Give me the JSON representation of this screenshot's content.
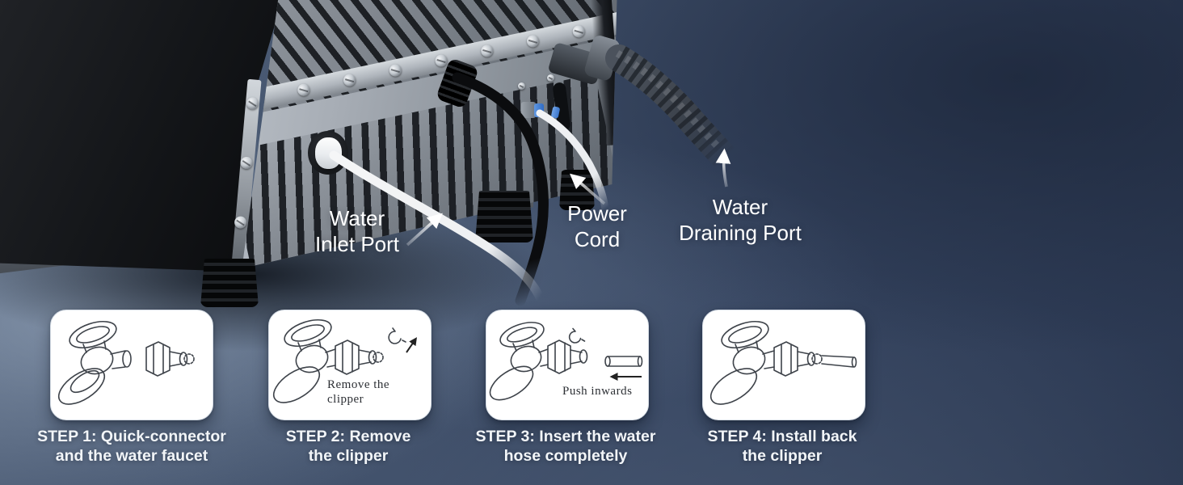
{
  "labels": {
    "water_inlet": {
      "line1": "Water",
      "line2": "Inlet Port"
    },
    "power_cord": {
      "line1": "Power",
      "line2": "Cord"
    },
    "water_draining": {
      "line1": "Water",
      "line2": "Draining Port"
    }
  },
  "steps": [
    {
      "id": 1,
      "caption_line1": "STEP 1: Quick-connector",
      "caption_line2": "and the water faucet"
    },
    {
      "id": 2,
      "caption_line1": "STEP 2: Remove",
      "caption_line2": "the clipper",
      "inset_line1": "Remove the",
      "inset_line2": "clipper"
    },
    {
      "id": 3,
      "caption_line1": "STEP 3: Insert the water",
      "caption_line2": "hose completely",
      "inset_line1": "Push inwards"
    },
    {
      "id": 4,
      "caption_line1": "STEP 4: Install back",
      "caption_line2": "the clipper"
    }
  ],
  "icons": {
    "inlet_arrow": "arrow-up-right-icon",
    "power_arrow": "arrow-up-left-icon",
    "drain_arrow": "arrow-up-icon",
    "step2_arrow": "arrow-up-right-icon",
    "step3_arrow": "arrow-left-icon"
  },
  "colors": {
    "background_dark": "#2a3750",
    "background_light": "#55657d",
    "panel_gray": "#9aa1a9",
    "card_background": "#ffffff",
    "label_text": "#ffffff",
    "line_art": "#3e434a",
    "tube_white": "#f4f5f6",
    "cord_black": "#0c0d0f",
    "fitting_blue": "#3f7fd6"
  }
}
